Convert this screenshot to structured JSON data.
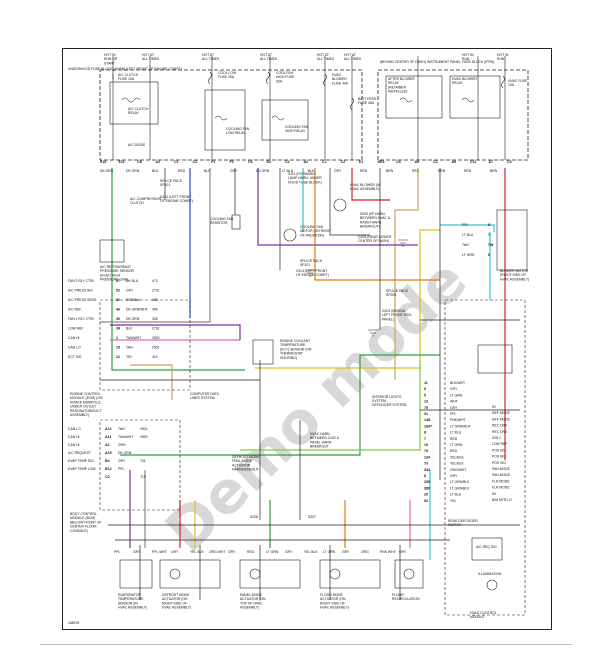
{
  "diagram": {
    "figure_number": "168978",
    "watermark": "Demo mode",
    "top_labels": [
      {
        "id": "hot1",
        "text": "HOT IN RUN OR START"
      },
      {
        "id": "hot2",
        "text": "HOT AT ALL TIMES"
      },
      {
        "id": "hot3",
        "text": "HOT AT ALL TIMES"
      },
      {
        "id": "hot4",
        "text": "HOT AT ALL TIMES"
      },
      {
        "id": "hot5",
        "text": "HOT AT ALL TIMES"
      },
      {
        "id": "hot6",
        "text": "HOT AT ALL TIMES"
      },
      {
        "id": "hot7",
        "text": "HOT IN RUN"
      },
      {
        "id": "hot8",
        "text": "HOT IN RUN"
      }
    ],
    "fuse_block_label": "UNDERHOOD FUSE BLOCK (UHFB) (LEFT FRONT OF ENGINE COMPT)",
    "instrument_panel_label": "(BEHIND CENTER OF DASH) INSTRUMENT PANEL FUSE BLOCK (IPFB)",
    "fuses": [
      {
        "id": "ac_fuse",
        "text": "A/C CLUTCH FUSE 10A"
      },
      {
        "id": "cool_low_fuse",
        "text": "COOL LOW FUSE 20A"
      },
      {
        "id": "cool_high_fuse",
        "text": "COOL FAN HIGH FUSE 30A"
      },
      {
        "id": "hvac_fuse",
        "text": "HVAC BLOWER FUSE 40A"
      },
      {
        "id": "batt_fuse",
        "text": "BATT FEED FUSE 40A"
      },
      {
        "id": "hvac2_fuse",
        "text": "HVAC FUSE 10A"
      }
    ],
    "relays": [
      {
        "id": "ac_relay",
        "text": "A/C CLUTCH RELAY"
      },
      {
        "id": "cool_low_relay",
        "text": "COOLING FAN LOW RELAY"
      },
      {
        "id": "cool_high_relay",
        "text": "COOLING FAN HIGH RELAY"
      },
      {
        "id": "after_blower_relay",
        "text": "AFTER BLOWER RELAY (RETAINER INSTALLED)"
      },
      {
        "id": "hvac_blower_relay",
        "text": "HVAC BLOWER RELAY"
      }
    ],
    "pin_row_top": [
      "E16",
      "E11",
      "C8",
      "A1",
      "C1",
      "C2",
      "F1",
      "F2",
      "C6",
      "D2",
      "C2",
      "A2",
      "C1",
      "C2",
      "E1",
      "RE3",
      "C4",
      "A9",
      "C2",
      "A5",
      "C11",
      "A7",
      "C3"
    ],
    "wire_colors_top": [
      "DK GRN",
      "DK GRN",
      "BLK",
      "RED",
      "BLK",
      "GRY",
      "DK GRN",
      "LT BLU",
      "BLK",
      "GRY",
      "RED",
      "BRN",
      "RED",
      "BRN",
      "RED",
      "BRN"
    ],
    "components": [
      {
        "id": "ac_diode",
        "text": "A/C DIODE"
      },
      {
        "id": "compressor",
        "text": "A/C COMPRESSOR CLUTCH"
      },
      {
        "id": "splice1",
        "text": "SPLICE PACK SP101"
      },
      {
        "id": "ground1",
        "text": "G101 (LEFT FRONT OF ENGINE COMPT)"
      },
      {
        "id": "fan_resistor",
        "text": "COOLING FAN RESISTOR"
      },
      {
        "id": "fan_motor",
        "text": "COOLING FAN MOTOR (ON RIGHT OF RADIATOR)"
      },
      {
        "id": "s111",
        "text": "S111 (FORWARD LAMP HARN, UNDER HOOD FUSE BLOCK)"
      },
      {
        "id": "hvac_blower",
        "text": "HVAC BLOWER (IN HVAC ASSEMBLY)"
      },
      {
        "id": "s205",
        "text": "S205 (I/P HARN, BETWEEN HVAC & RADIO HARN BREAKOUT)"
      },
      {
        "id": "g203",
        "text": "G203 (NEAR LOWER CENTER OF DASH)"
      },
      {
        "id": "splice2",
        "text": "SPLICE PACK SP101"
      },
      {
        "id": "g101b",
        "text": "G101 (LEFT FRONT OF ENGINE COMPT)"
      },
      {
        "id": "blower_motor",
        "text": "BLOWER MOTOR (RIGHT SIDE OF HVAC ASSEMBLY)"
      },
      {
        "id": "refrig_sensor",
        "text": "A/C REFRIGERANT PRESSURE SENSOR (IN A/C HIGH PRESSURE LINE)"
      },
      {
        "id": "ecm",
        "text": "ENGINE CONTROL MODULE (ECM) (ON INTAKE MANIFOLD, UNDER OUTLET RESONATOR/DUCT ASSEMBLY)"
      },
      {
        "id": "ect_sensor",
        "text": "ENGINE COOLANT TEMPERATURE (ECT) SENSOR (ON THERMOSTAT HOUSING)"
      },
      {
        "id": "splice3",
        "text": "SPLICE PACK SP205"
      },
      {
        "id": "g201",
        "text": "G201 (BEHIND LEFT FRONT KICK PANEL)"
      },
      {
        "id": "comp_data",
        "text": "COMPUTER DATA LINES SYSTEM"
      },
      {
        "id": "bcm",
        "text": "BODY CONTROL MODULE (BCM) (BELOW FRONT OF CENTER FLOOR CONSOLE)"
      },
      {
        "id": "defrost_act",
        "text": "DEFROST MODE FRNL MODE ACTUATOR HARNESS/BOUT"
      },
      {
        "id": "hvac_harn",
        "text": "HVAC HARN BETWEEN C202 & PANEL HARN BREAKOUT"
      },
      {
        "id": "interior_lights",
        "text": "INTERIOR LIGHTS SYSTEM"
      },
      {
        "id": "defogger_system",
        "text": "DEFOGGER SYSTEM"
      },
      {
        "id": "s208",
        "text": "S208"
      },
      {
        "id": "s207",
        "text": "S207"
      },
      {
        "id": "rear_defog_switch",
        "text": "REAR DEFOGGER SWITCH"
      },
      {
        "id": "ac_req",
        "text": "A/C REQ SIG"
      },
      {
        "id": "illumination",
        "text": "ILLUMINATION"
      },
      {
        "id": "hvac_module",
        "text": "HVAC CONTROL MODULE"
      }
    ],
    "ecm_pins": [
      {
        "pin": "57",
        "color": "DK BLU",
        "circuit": "473",
        "label": "FAN 2 RLY CTRL"
      },
      {
        "pin": "52",
        "color": "GRY",
        "circuit": "2701",
        "label": "A/C PRESS SIG"
      },
      {
        "pin": "32",
        "color": "RED/BLK",
        "circuit": "380",
        "label": "A/C PRESS SENS"
      },
      {
        "pin": "46",
        "color": "DK GRN/WHT",
        "circuit": "459",
        "label": "A/C REF"
      },
      {
        "pin": "30",
        "color": "DK GRN",
        "circuit": "335",
        "label": "FAN 1 RLY CTRL"
      },
      {
        "pin": "39",
        "color": "BLK",
        "circuit": "2761",
        "label": "LOW REF"
      },
      {
        "pin": "1",
        "color": "TAN/WHT",
        "circuit": "2500",
        "label": "CAN HI"
      },
      {
        "pin": "15",
        "color": "TAN",
        "circuit": "2501",
        "label": "CAN LO"
      },
      {
        "pin": "21",
        "color": "YEL",
        "circuit": "410",
        "label": "ECT SIG"
      }
    ],
    "bcm_pins": [
      {
        "pin": "A12",
        "color": "TAN",
        "circuit": "2501",
        "label": "CAN LO"
      },
      {
        "pin": "A11",
        "color": "TAN/WHT",
        "circuit": "2500",
        "label": "CAN HI"
      },
      {
        "pin": "A2",
        "color": "GRN",
        "circuit": "",
        "label": "CAN HI"
      },
      {
        "pin": "A15",
        "color": "DK GRN",
        "circuit": "",
        "label": "A/C REQUEST"
      },
      {
        "pin": "B4",
        "color": "GRY",
        "circuit": "731",
        "label": "EVAP TEMP SIG"
      },
      {
        "pin": "B12",
        "color": "PPL",
        "circuit": "",
        "label": "EVAP TEMP LOW"
      },
      {
        "pin": "C2",
        "color": "",
        "circuit": "719",
        "label": ""
      }
    ],
    "hvac_pins": [
      {
        "pin": "11",
        "label": "BLK/WHT"
      },
      {
        "pin": "9",
        "label": "GRY"
      },
      {
        "pin": "5",
        "label": "LT GRN"
      },
      {
        "pin": "13",
        "label": "WHT"
      },
      {
        "pin": "75",
        "label": "GRY"
      },
      {
        "pin": "31",
        "label": "PPL"
      },
      {
        "pin": "148",
        "label": "PNK/WHT"
      },
      {
        "pin": "1847",
        "label": "LT GRN/WHT"
      },
      {
        "pin": "8",
        "label": "LT BLU"
      },
      {
        "pin": "7",
        "label": "RED"
      },
      {
        "pin": "19",
        "label": "LT GRN"
      },
      {
        "pin": "76",
        "label": "RED"
      },
      {
        "pin": "134",
        "label": "YEL/BLK"
      },
      {
        "pin": "73",
        "label": "YEL/BLK"
      },
      {
        "pin": "332",
        "label": "ORG/WHT"
      },
      {
        "pin": "8",
        "label": "GRY"
      },
      {
        "pin": "335",
        "label": "LT GRN/BLK"
      },
      {
        "pin": "380",
        "label": "LT GRN/BLK"
      },
      {
        "pin": "20",
        "label": "LT BLU"
      },
      {
        "pin": "53",
        "label": "YEL"
      }
    ],
    "hvac_functions": [
      "5V",
      "DEF MODE",
      "DEF MODE",
      "REC DRV",
      "REC DRV",
      "IGN 1",
      "LOW REF",
      "POS SIG",
      "POS SIG",
      "POS SIG",
      "PAN MODE",
      "PAN MODE",
      "FLR MODE",
      "FLR MODE",
      "5V",
      "B/M MTR LO"
    ],
    "blower_wires": [
      {
        "pin": "8",
        "color": "PPL"
      },
      {
        "pin": "7",
        "color": "LT BLU"
      },
      {
        "pin": "7W",
        "color": "TAN"
      },
      {
        "pin": "6",
        "color": "LT GRN"
      }
    ],
    "bottom_actuators": [
      {
        "id": "evap_sensor",
        "text": "EVAPORATOR TEMPERATURE SENSOR (IN HVAC ASSEMBLY)"
      },
      {
        "id": "defrost_actuator",
        "text": "DEFROST MODE ACTUATOR (ON RIGHT SIDE OF HVAC ASSEMBLY)"
      },
      {
        "id": "panel_actuator",
        "text": "PANEL MODE ACTUATOR (ON TOP OF HVAC ASSEMBLY)"
      },
      {
        "id": "floor_actuator",
        "text": "FLOOR MODE ACTUATOR (ON RIGHT SIDE OF HVAC ASSEMBLY)"
      },
      {
        "id": "floor_recirc",
        "text": "FLOOR RECIRCULATION"
      }
    ],
    "bottom_wire_colors": [
      "PPL",
      "GRY",
      "PPL WHT",
      "GRY",
      "YEL BLK",
      "ORG WHT",
      "GRY",
      "RED",
      "LT GRN",
      "GRY",
      "YEL BLK",
      "LT GRN",
      "GRY",
      "ORG",
      "PNK WHT",
      "GRY"
    ],
    "legend_colors": {
      "purple": "#7a2fa0",
      "cyan": "#2ec7d8",
      "green": "#2e9e3c",
      "yellow": "#d8c21a",
      "pink": "#e06bb0",
      "tan": "#c9a25a",
      "red": "#d82424",
      "blue": "#2a4fd0",
      "orange": "#e07a18",
      "gray": "#8a8a8a",
      "black": "#111111",
      "ltgreen": "#7acb4a"
    }
  }
}
